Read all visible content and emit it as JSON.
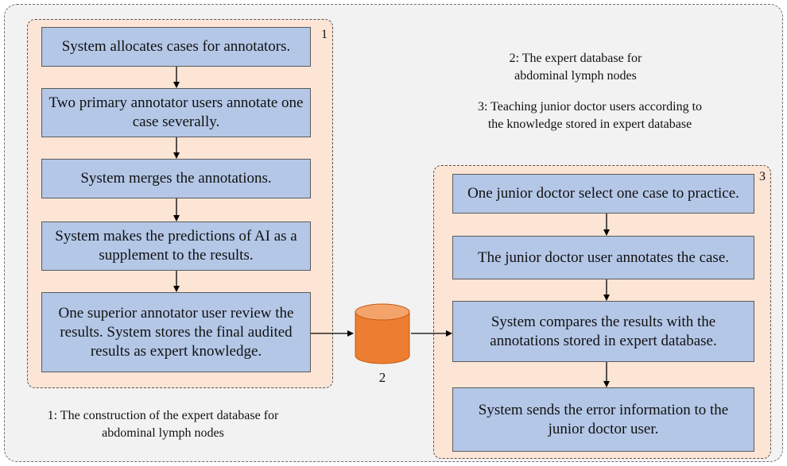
{
  "panels": {
    "construction": {
      "number": "1"
    },
    "teaching": {
      "number": "3"
    }
  },
  "construction_steps": [
    "System allocates cases for annotators.",
    "Two primary annotator users annotate one case severally.",
    "System merges the annotations.",
    "System makes the predictions of AI as a supplement to the results.",
    "One superior annotator user review the results. System stores the final audited results as expert knowledge."
  ],
  "teaching_steps": [
    "One junior doctor select one case to practice.",
    "The junior doctor user annotates the case.",
    "System compares the results with the annotations stored in expert database.",
    "System sends the error information to the junior doctor user."
  ],
  "database": {
    "label": "2"
  },
  "captions": {
    "construction": "1: The construction of the expert database for abdominal lymph nodes",
    "expert_db": "2: The expert database for abdominal lymph nodes",
    "teaching": "3: Teaching junior doctor users according to the knowledge stored in expert database"
  },
  "colors": {
    "panel_fill": "#fde5d6",
    "step_fill": "#b4c7e7",
    "database_fill": "#ed7d31",
    "background": "#f2f2f2"
  }
}
